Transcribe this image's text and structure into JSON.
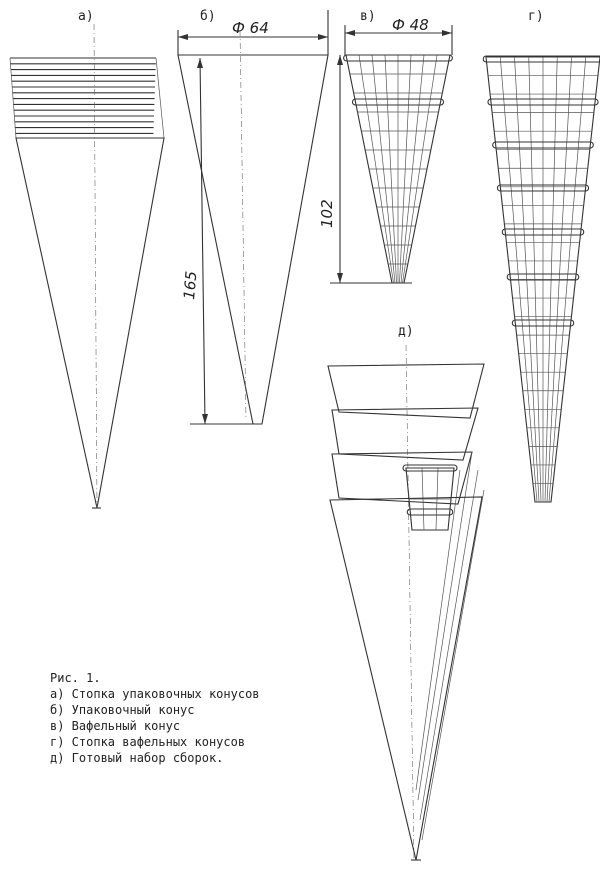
{
  "labels": {
    "a": "а)",
    "b": "б)",
    "v": "в)",
    "g": "г)",
    "d": "д)"
  },
  "dimensions": {
    "diameter_b": "Ф 64",
    "diameter_v": "Ф 48",
    "height_b": "165",
    "height_v": "102"
  },
  "caption": {
    "title": "Рис. 1.",
    "items": [
      "а) Стопка упаковочных конусов",
      "б) Упаковочный конус",
      "в) Вафельный конус",
      "г) Стопка вафельных конусов",
      "д) Готовый набор сборок."
    ]
  }
}
